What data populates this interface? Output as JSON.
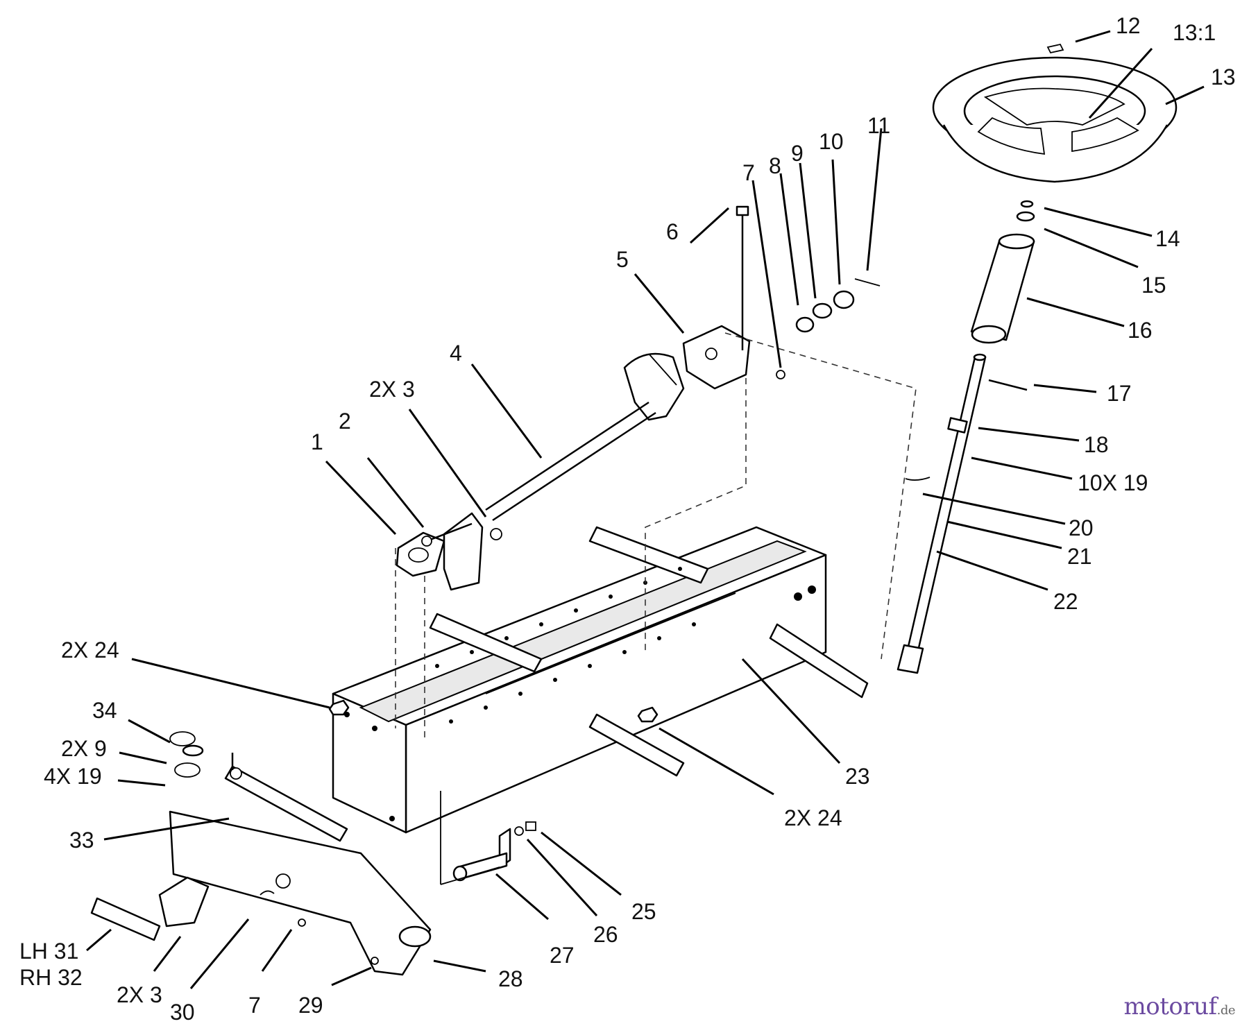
{
  "callouts": [
    {
      "id": "c12",
      "text": "12"
    },
    {
      "id": "c13-1",
      "text": "13:1"
    },
    {
      "id": "c13",
      "text": "13"
    },
    {
      "id": "c14",
      "text": "14"
    },
    {
      "id": "c15",
      "text": "15"
    },
    {
      "id": "c16",
      "text": "16"
    },
    {
      "id": "c17",
      "text": "17"
    },
    {
      "id": "c18",
      "text": "18"
    },
    {
      "id": "c10x19",
      "text": "10X 19"
    },
    {
      "id": "c20",
      "text": "20"
    },
    {
      "id": "c21",
      "text": "21"
    },
    {
      "id": "c22",
      "text": "22"
    },
    {
      "id": "c11",
      "text": "11"
    },
    {
      "id": "c10",
      "text": "10"
    },
    {
      "id": "c9",
      "text": "9"
    },
    {
      "id": "c8",
      "text": "8"
    },
    {
      "id": "c7-top",
      "text": "7"
    },
    {
      "id": "c6",
      "text": "6"
    },
    {
      "id": "c5",
      "text": "5"
    },
    {
      "id": "c4",
      "text": "4"
    },
    {
      "id": "c2x3-top",
      "text": "2X 3"
    },
    {
      "id": "c2",
      "text": "2"
    },
    {
      "id": "c1",
      "text": "1"
    },
    {
      "id": "c2x24-left",
      "text": "2X 24"
    },
    {
      "id": "c34",
      "text": "34"
    },
    {
      "id": "c2x9",
      "text": "2X 9"
    },
    {
      "id": "c4x19",
      "text": "4X 19"
    },
    {
      "id": "c33",
      "text": "33"
    },
    {
      "id": "c23",
      "text": "23"
    },
    {
      "id": "c2x24-right",
      "text": "2X 24"
    },
    {
      "id": "c25",
      "text": "25"
    },
    {
      "id": "c26",
      "text": "26"
    },
    {
      "id": "c27",
      "text": "27"
    },
    {
      "id": "c28",
      "text": "28"
    },
    {
      "id": "c29",
      "text": "29"
    },
    {
      "id": "c7-bottom",
      "text": "7"
    },
    {
      "id": "c30",
      "text": "30"
    },
    {
      "id": "c2x3-bottom",
      "text": "2X 3"
    },
    {
      "id": "c-lh31",
      "text": "LH 31"
    },
    {
      "id": "c-rh32",
      "text": "RH 32"
    }
  ],
  "watermark": {
    "brand": "motoruf",
    "tld": ".de",
    "color": "#6b4aa0"
  }
}
